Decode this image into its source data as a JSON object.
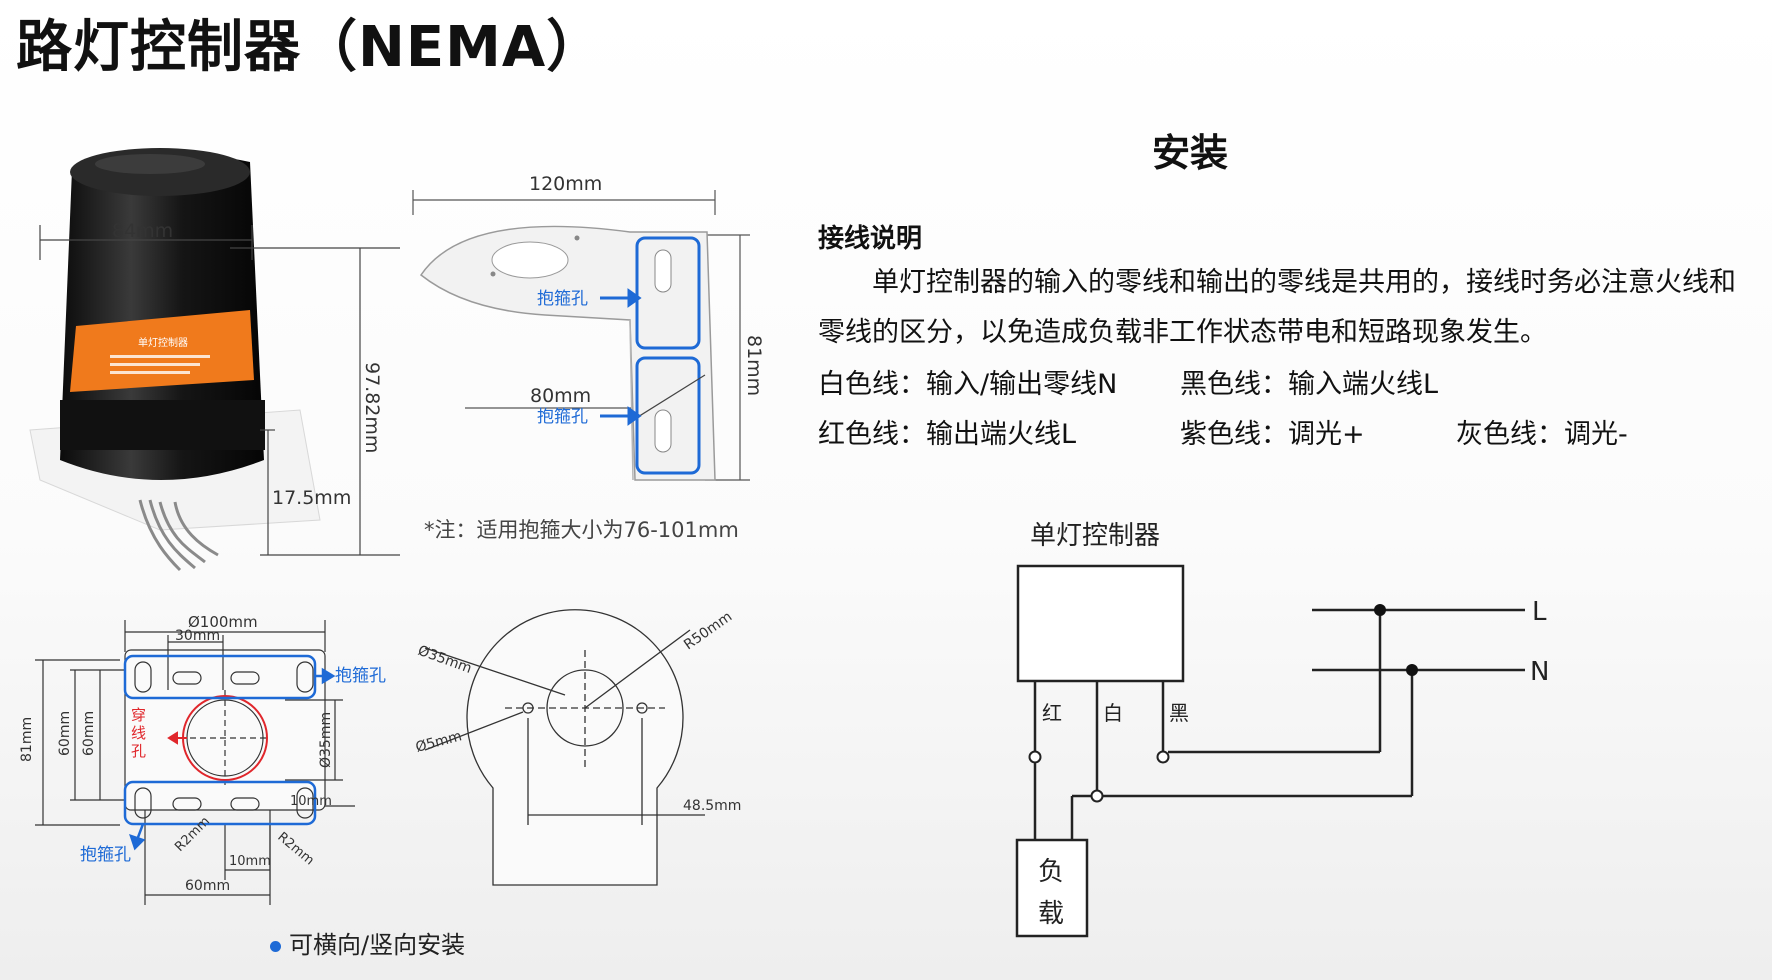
{
  "title": "路灯控制器（NEMA）",
  "install_heading": "安装",
  "wiring": {
    "heading": "接线说明",
    "paragraph": "单灯控制器的输入的零线和输出的零线是共用的，接线时务必注意火线和零线的区分，以免造成负载非工作状态带电和短路现象发生。",
    "white": "白色线：输入/输出零线N",
    "black": "黑色线：输入端火线L",
    "red": "红色线：输出端火线L",
    "purple": "紫色线：调光+",
    "gray": "灰色线：调光-"
  },
  "product_dims": {
    "width": "84mm",
    "height": "97.82mm",
    "base": "17.5mm",
    "label_text": "单灯控制器",
    "label_color": "#f07a1c"
  },
  "bracket_dims": {
    "width": "120mm",
    "height": "81mm",
    "mid": "80mm",
    "clamp_hole_top": "抱箍孔",
    "clamp_hole_bottom": "抱箍孔",
    "note": "*注：适用抱箍大小为76-101mm"
  },
  "plate_front": {
    "dia_top": "Ø100mm",
    "spacing": "30mm",
    "clamp_right": "抱箍孔",
    "height_total": "81mm",
    "h60a": "60mm",
    "h60b": "60mm",
    "hole_text": "穿线孔",
    "d35": "Ø35mm",
    "r2_left": "R2mm",
    "r2_right": "R2mm",
    "w10a": "10mm",
    "w10b": "10mm",
    "clamp_bottom": "抱箍孔",
    "bottom_60": "60mm",
    "accent_blue": "#1e6ad6",
    "accent_red": "#e0262b"
  },
  "plate_top": {
    "d35": "Ø35mm",
    "r50": "R50mm",
    "d5": "Ø5mm",
    "w485": "48.5mm"
  },
  "mount_note": "可横向/竖向安装",
  "schematic": {
    "controller": "单灯控制器",
    "red": "红",
    "white": "白",
    "black": "黑",
    "load": "负载",
    "line_L": "L",
    "line_N": "N"
  }
}
